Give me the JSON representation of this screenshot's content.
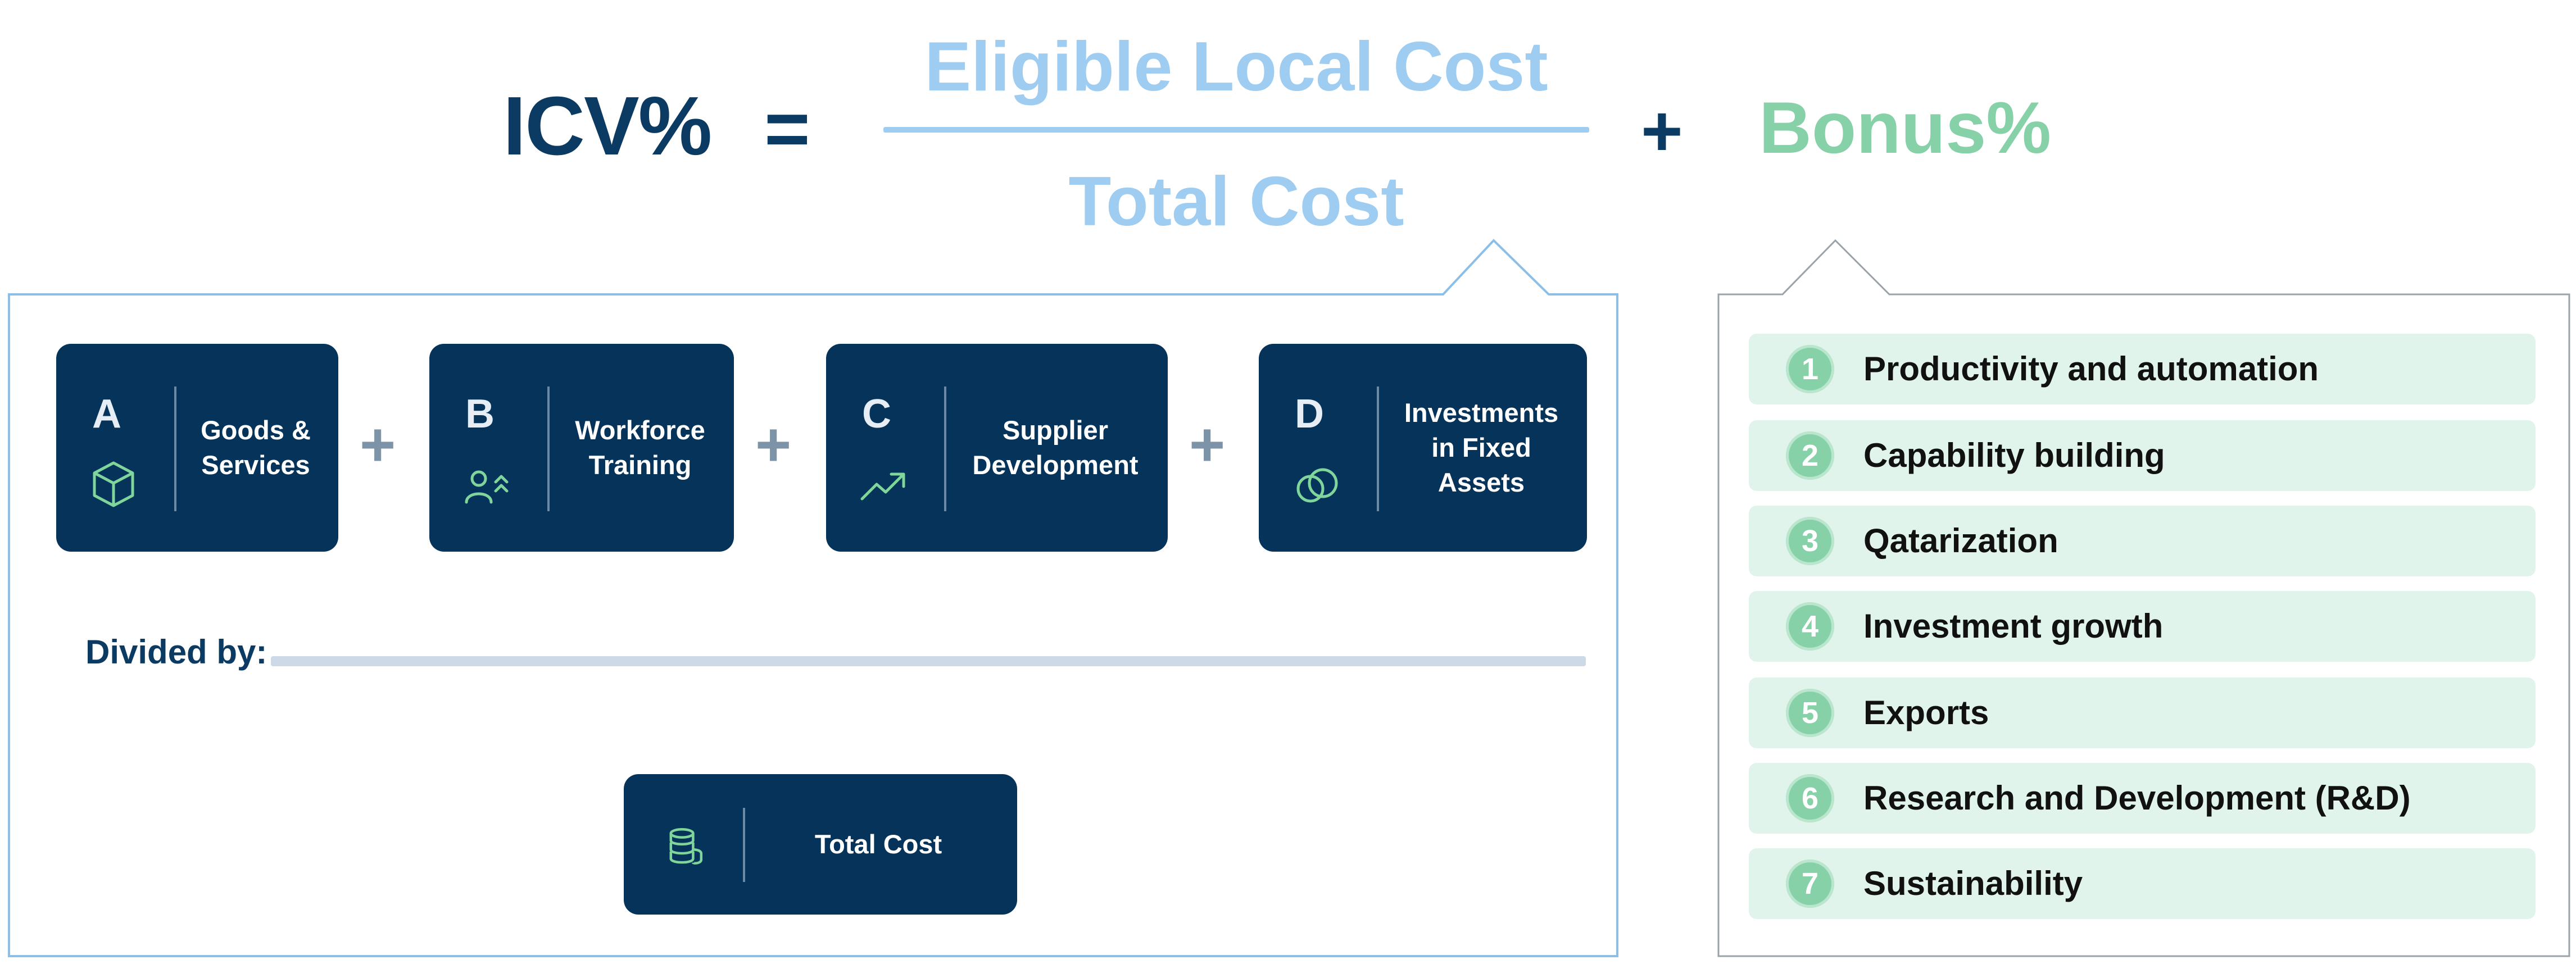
{
  "formula": {
    "lhs": "ICV%",
    "equals": "=",
    "numerator": "Eligible Local Cost",
    "denominator": "Total Cost",
    "plus": "+",
    "bonus": "Bonus%"
  },
  "components": [
    {
      "letter": "A",
      "label": "Goods &\nServices",
      "icon": "cube-icon"
    },
    {
      "letter": "B",
      "label": "Workforce\nTraining",
      "icon": "people-growth-icon"
    },
    {
      "letter": "C",
      "label": "Supplier\nDevelopment",
      "icon": "trend-up-icon"
    },
    {
      "letter": "D",
      "label": "Investments\nin Fixed\nAssets",
      "icon": "coins-icon"
    }
  ],
  "operator": "+",
  "divided_by": "Divided by:",
  "total_card": {
    "label": "Total Cost",
    "icon": "coin-stack-icon"
  },
  "bonus_items": [
    {
      "num": "1",
      "label": "Productivity and automation"
    },
    {
      "num": "2",
      "label": "Capability building"
    },
    {
      "num": "3",
      "label": "Qatarization"
    },
    {
      "num": "4",
      "label": "Investment growth"
    },
    {
      "num": "5",
      "label": "Exports"
    },
    {
      "num": "6",
      "label": "Research and Development (R&D)"
    },
    {
      "num": "7",
      "label": "Sustainability"
    }
  ],
  "colors": {
    "navy": "#05335a",
    "light_blue": "#9fcdf2",
    "green": "#86d1a8",
    "green_bg": "#e1f4ec",
    "icon_green": "#7fd59a"
  }
}
